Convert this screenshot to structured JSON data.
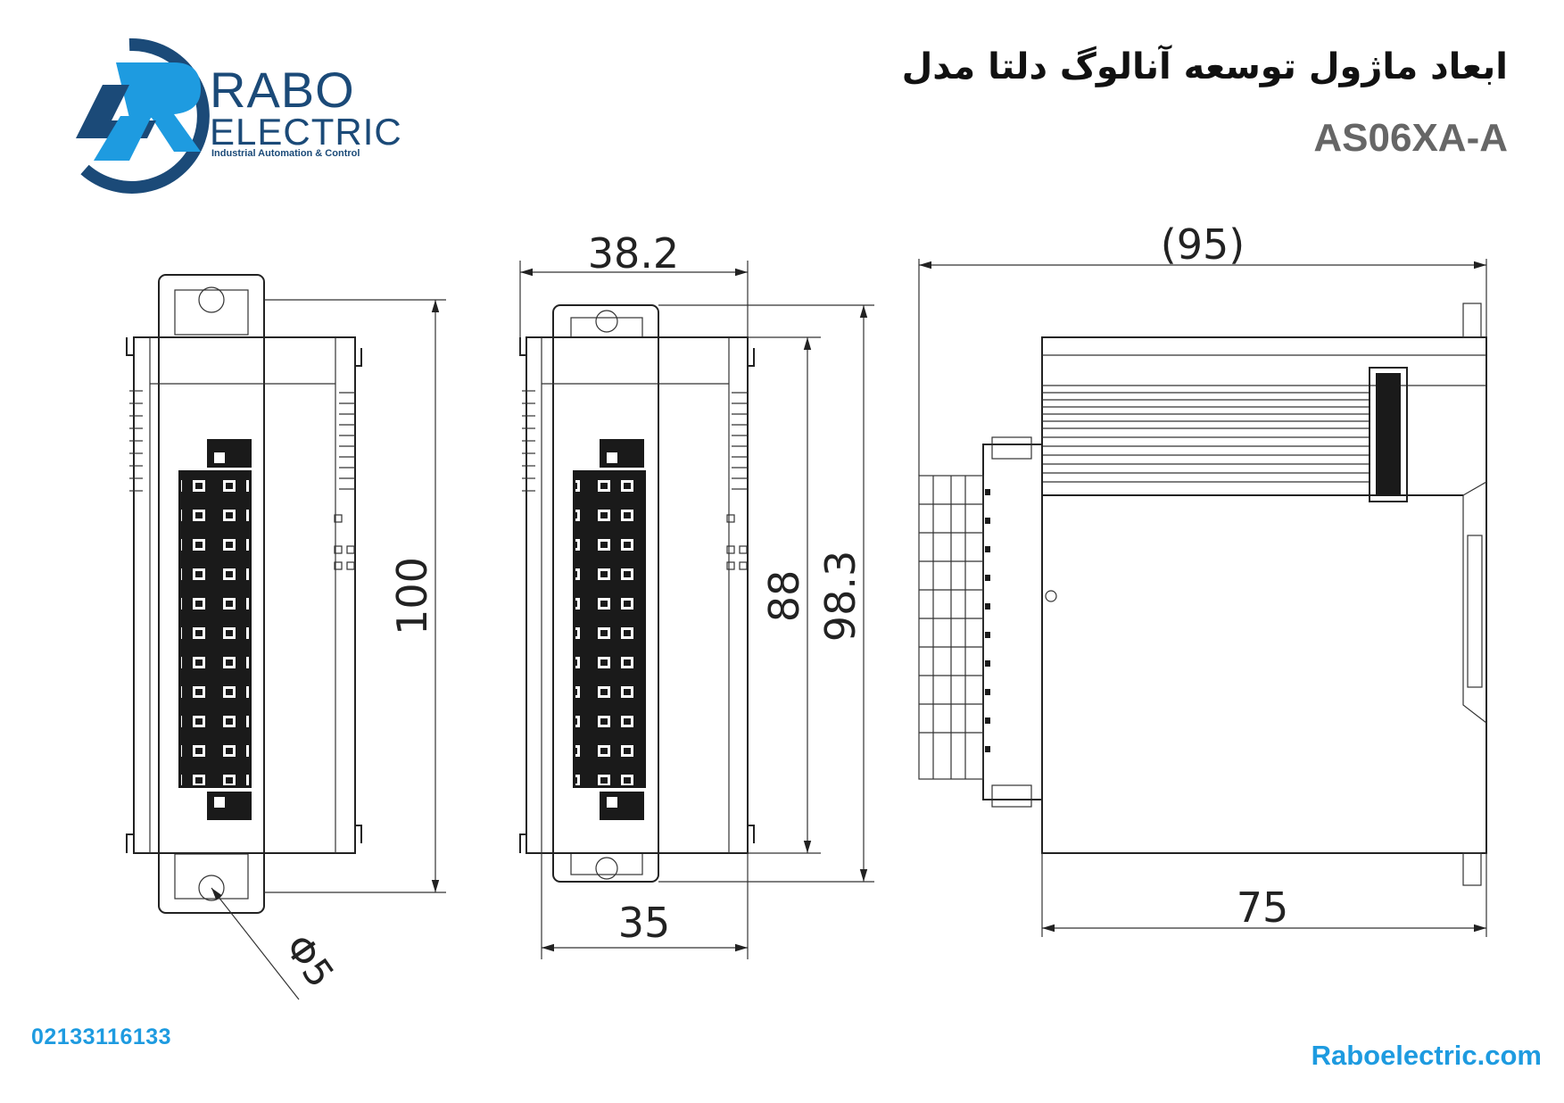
{
  "logo": {
    "word1": "RABO",
    "word2": "ELECTRIC",
    "tagline": "Industrial Automation & Control"
  },
  "title": "ابعاد ماژول توسعه آنالوگ دلتا مدل",
  "model": "AS06XA-A",
  "dimensions": {
    "height_total": "100",
    "hole_diameter": "Φ5",
    "top_width": "38.2",
    "bottom_width": "35",
    "body_height": "88",
    "overall_height": "98.3",
    "side_depth": "(95)",
    "side_body_depth": "75"
  },
  "footer": {
    "phone": "02133116133",
    "website": "Raboelectric.com"
  },
  "colors": {
    "brand_dark": "#1b4a78",
    "brand_light": "#1e9be0",
    "line": "#222222"
  }
}
